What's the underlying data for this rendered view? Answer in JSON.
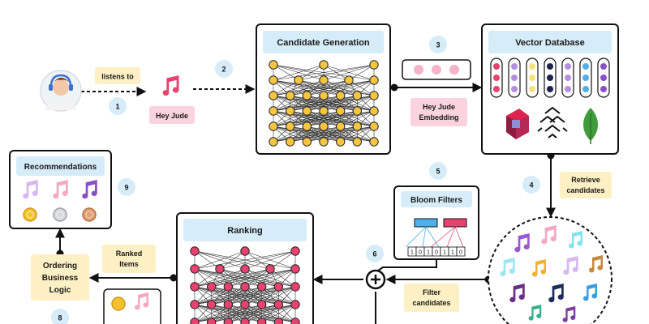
{
  "steps": {
    "s1": "1",
    "s2": "2",
    "s3": "3",
    "s4": "4",
    "s5": "5",
    "s6": "6",
    "s8": "8",
    "s9": "9"
  },
  "labels": {
    "listens_to": "listens to",
    "hey_jude": "Hey Jude",
    "candidate_generation": "Candidate Generation",
    "vector_database": "Vector Database",
    "embedding_line1": "Hey Jude",
    "embedding_line2": "Embedding",
    "retrieve_line1": "Retrieve",
    "retrieve_line2": "candidates",
    "bloom_filters": "Bloom Filters",
    "bloom_bits": [
      "1",
      "0",
      "1",
      "0",
      "1",
      "1",
      "0"
    ],
    "filter_line1": "Filter",
    "filter_line2": "candidates",
    "ranking": "Ranking",
    "ranked_line1": "Ranked",
    "ranked_line2": "Items",
    "ordering_line1": "Ordering",
    "ordering_line2": "Business",
    "ordering_line3": "Logic",
    "recommendations": "Recommendations"
  },
  "colors": {
    "node_yellow": "#f4c542",
    "node_pink": "#e8436f",
    "title_blue": "#d6ecf8",
    "pill_yellow": "#fdf0c4",
    "pill_pink": "#fbd3de",
    "step_blue": "#d6ecf8",
    "vec_red": "#e8436f",
    "vec_purple": "#b48fe0",
    "vec_yellow": "#f6e27a",
    "vec_navy": "#1c2450",
    "vec_blue": "#4fb0e8",
    "vec_violet": "#8a4fc7"
  },
  "icons": {
    "user": "avatar",
    "song": "music-note-icon",
    "db_logos": [
      "qdrant-logo",
      "weaviate-logo",
      "mongodb-leaf-logo"
    ],
    "medals": [
      "gold-medal-icon",
      "silver-medal-icon",
      "bronze-medal-icon"
    ]
  }
}
